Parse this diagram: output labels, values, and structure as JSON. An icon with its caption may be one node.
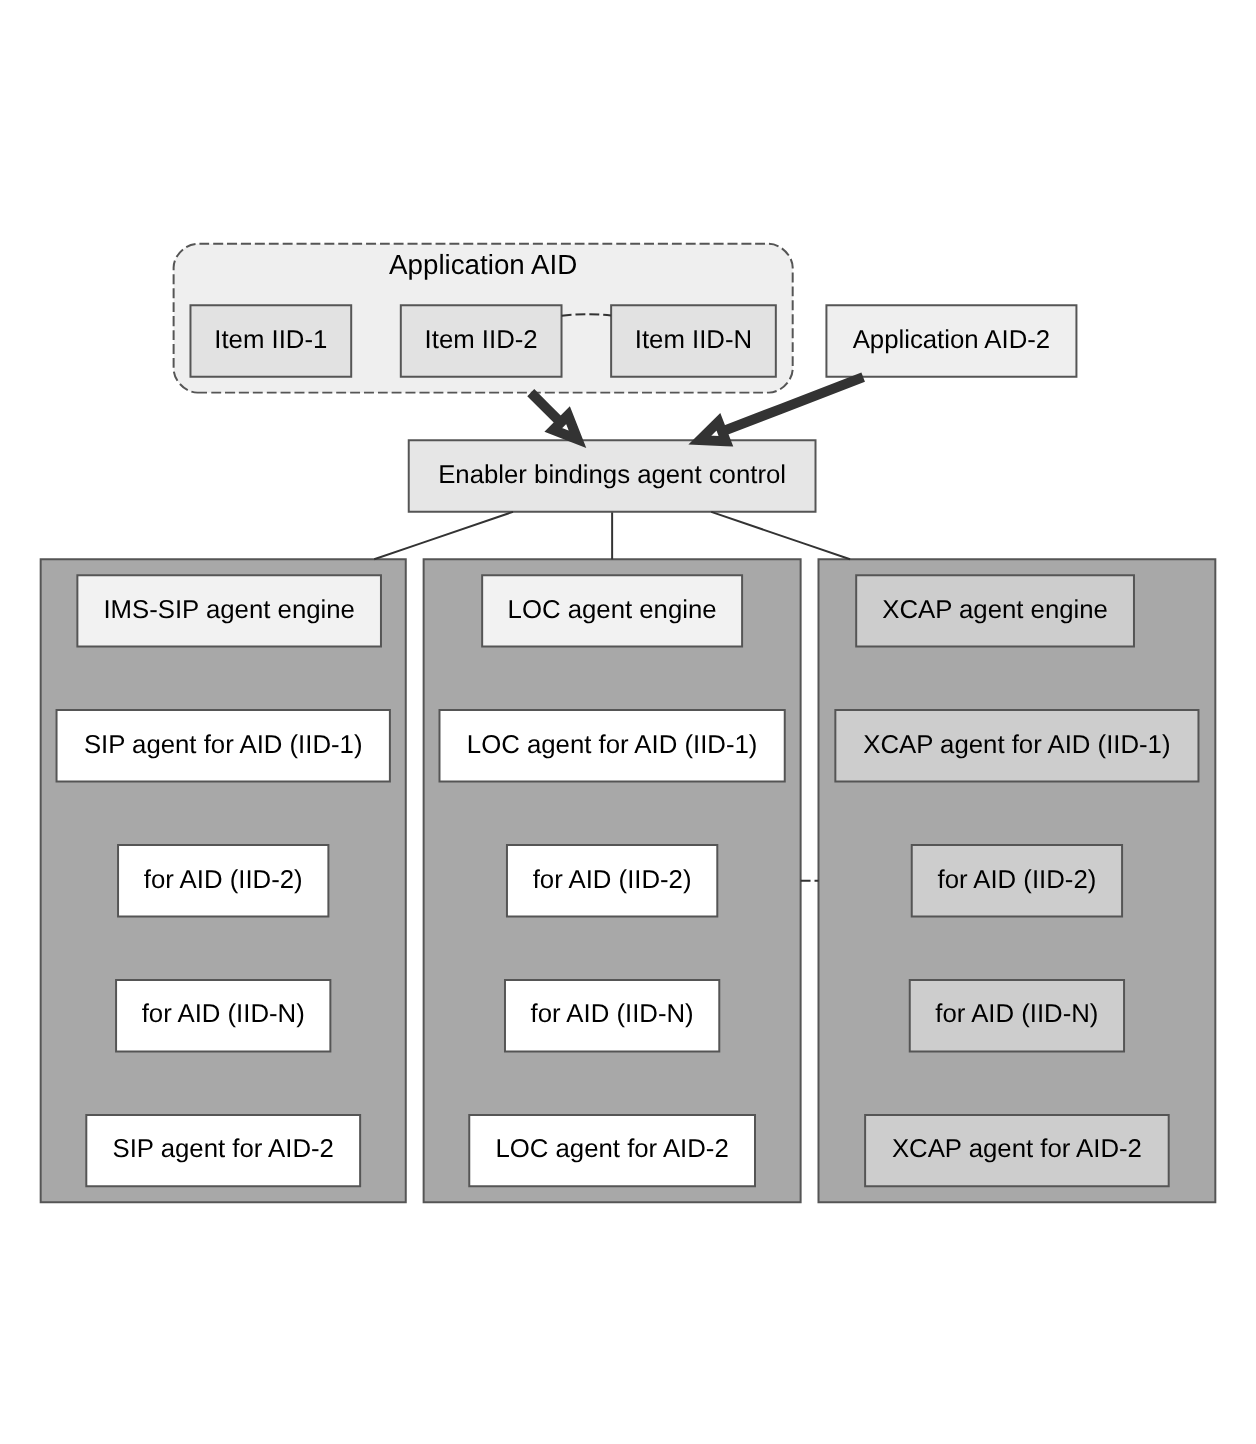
{
  "diagram": {
    "nodes": [
      {
        "text": [
          "Application AID"
        ]
      },
      {
        "text": [
          "Item IID-1"
        ],
        "in": 0
      },
      {
        "text": [
          "Item IID-2"
        ],
        "in": 0
      },
      {
        "text": [
          "Item IID-N"
        ],
        "in": 0
      },
      {
        "text": [
          "Application AID-2"
        ]
      },
      {
        "text": [
          "Enabler bindings agent control"
        ]
      },
      {
        "text": [],
        "shape": "box"
      },
      {
        "text": [
          "IMS-SIP agent engine"
        ],
        "in": 6
      },
      {
        "text": [
          "SIP agent for AID (IID-1)"
        ],
        "in": 6
      },
      {
        "text": [
          "for AID (IID-2)"
        ],
        "in": 6
      },
      {
        "text": [
          "for AID (IID-N)"
        ],
        "in": 6
      },
      {
        "text": [
          "SIP agent for AID-2"
        ],
        "in": 6
      },
      {
        "text": [],
        "shape": "box"
      },
      {
        "text": [
          "LOC agent engine"
        ],
        "in": 12
      },
      {
        "text": [
          "LOC agent for AID (IID-1)"
        ],
        "in": 12
      },
      {
        "text": [
          "for AID (IID-2)"
        ],
        "in": 12
      },
      {
        "text": [
          "for AID (IID-N)"
        ],
        "in": 12
      },
      {
        "text": [
          "LOC agent for AID-2"
        ],
        "in": 12
      },
      {
        "text": [],
        "shape": "box"
      },
      {
        "text": [
          "XCAP agent engine"
        ],
        "in": 18
      },
      {
        "text": [
          "XCAP agent for AID (IID-1)"
        ],
        "in": 18
      },
      {
        "text": [
          "for AID (IID-2)"
        ],
        "in": 18
      },
      {
        "text": [
          "for AID (IID-N)"
        ],
        "in": 18
      },
      {
        "text": [
          "XCAP agent for AID-2"
        ],
        "in": 18
      }
    ],
    "edges": [
      {
        "from": 2,
        "to": 3,
        "arrow": "none",
        "style": "dashed"
      },
      {
        "from": 0,
        "to": 5,
        "arrow": "to",
        "style": "thick"
      },
      {
        "from": 4,
        "to": 5,
        "arrow": "to",
        "style": "thick"
      },
      {
        "from": 5,
        "to": 6,
        "arrow": "none"
      },
      {
        "from": 5,
        "to": 12,
        "arrow": "none"
      },
      {
        "from": 5,
        "to": 18,
        "arrow": "none"
      },
      {
        "from": 12,
        "to": 18,
        "arrow": "none",
        "style": "dashed"
      }
    ]
  }
}
